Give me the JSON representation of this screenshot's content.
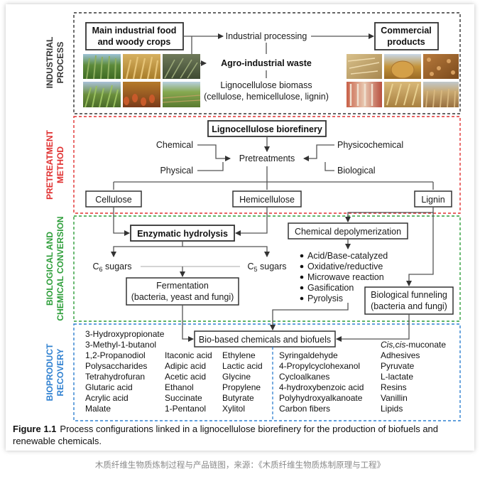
{
  "sections": {
    "industrial": {
      "label_1": "INDUSTRIAL",
      "label_2": "PROCESS",
      "color": "#333333"
    },
    "pretreatment": {
      "label_1": "PRETREATMENT",
      "label_2": "METHOD",
      "color": "#e03030"
    },
    "conversion": {
      "label_1": "BIOLOGICAL AND",
      "label_2": "CHEMICAL CONVERSION",
      "color": "#2e9e3a"
    },
    "recovery": {
      "label_1": "BIOPRODUCT",
      "label_2": "RECOVERY",
      "color": "#2f80d0"
    }
  },
  "industrial": {
    "crops_line1": "Main industrial food",
    "crops_line2": "and woody crops",
    "processing": "Industrial processing",
    "commercial_line1": "Commercial",
    "commercial_line2": "products",
    "waste": "Agro-industrial waste",
    "biomass_line1": "Lignocellulose biomass",
    "biomass_line2": "(cellulose, hemicellulose, lignin)"
  },
  "pretreatment": {
    "biorefinery": "Lignocellulose biorefinery",
    "chemical": "Chemical",
    "physical": "Physical",
    "pretreatments": "Pretreatments",
    "physicochemical": "Physicochemical",
    "biological": "Biological",
    "cellulose": "Cellulose",
    "hemicellulose": "Hemicellulose",
    "lignin": "Lignin"
  },
  "conversion": {
    "enzymatic": "Enzymatic hydrolysis",
    "depolymerization": "Chemical depolymerization",
    "c6_prefix": "C",
    "c6_sub": "6",
    "c6_suffix": " sugars",
    "c5_prefix": "C",
    "c5_sub": "5",
    "c5_suffix": " sugars",
    "fermentation_line1": "Fermentation",
    "fermentation_line2": "(bacteria, yeast and fungi)",
    "methods": [
      "Acid/Base-catalyzed",
      "Oxidative/reductive",
      "Microwave reaction",
      "Gasification",
      "Pyrolysis"
    ],
    "funneling_line1": "Biological funneling",
    "funneling_line2": "(bacteria and fungi)"
  },
  "recovery": {
    "hub": "Bio-based chemicals and biofuels",
    "col1": [
      "3-Hydroxypropionate",
      "3-Methyl-1-butanol",
      "1,2-Propanodiol",
      "Polysaccharides",
      "Tetrahydrofuran",
      "Glutaric acid",
      "Acrylic acid",
      "Malate"
    ],
    "col2": [
      "Itaconic acid",
      "Adipic acid",
      "Acetic acid",
      "Ethanol",
      "Succinate",
      "1-Pentanol"
    ],
    "col3": [
      "Ethylene",
      "Lactic acid",
      "Glycine",
      "Propylene",
      "Butyrate",
      "Xylitol"
    ],
    "col4": [
      "Syringaldehyde",
      "4-Propylcyclohexanol",
      "Cycloalkanes",
      "4-hydroxybenzoic acid",
      "Polyhydroxyalkanoate",
      "Carbon fibers"
    ],
    "col5_first_italic": "Cis,cis",
    "col5_first_rest": "-muconate",
    "col5": [
      "Adhesives",
      "Pyruvate",
      "L-lactate",
      "Resins",
      "Vanillin",
      "Lipids"
    ]
  },
  "caption": {
    "label": "Figure 1.1",
    "line1": "Process configurations linked in a lignocellulose biorefinery for the production of biofuels and",
    "line2": "renewable chemicals."
  },
  "credit": "木质纤维生物质炼制过程与产品链图，来源：《木质纤维生物质炼制原理与工程》"
}
